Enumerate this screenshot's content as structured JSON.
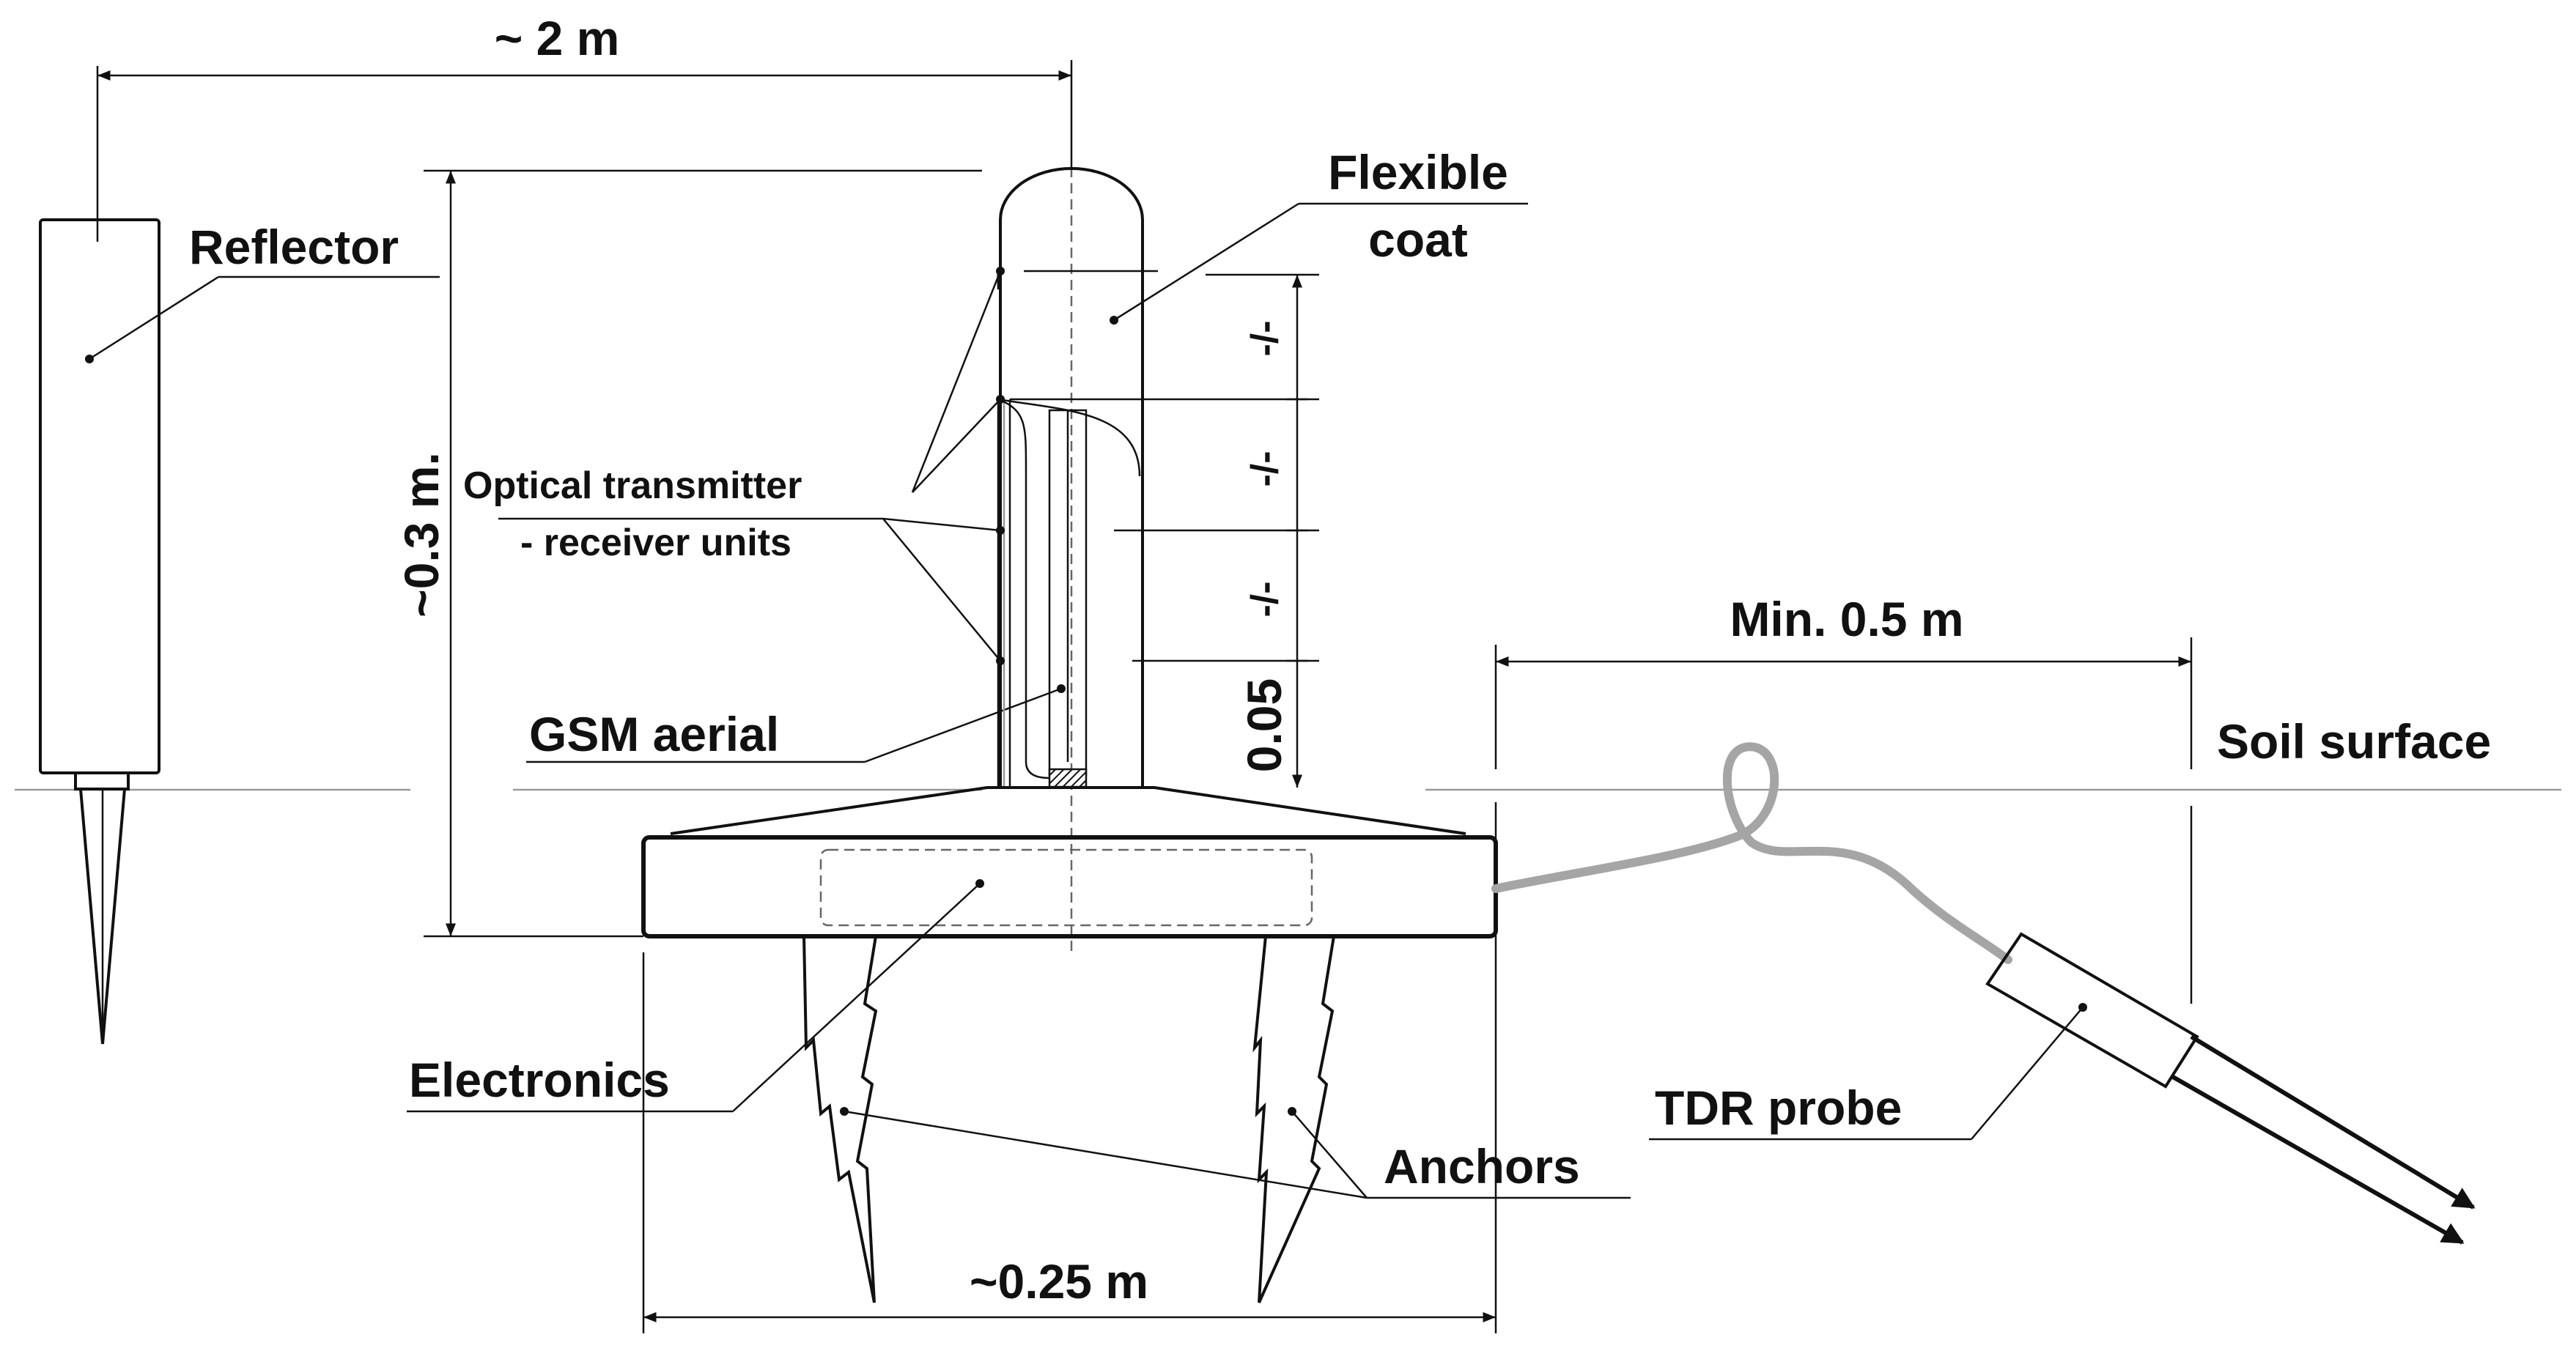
{
  "labels": {
    "dim_top": "~ 2 m",
    "reflector": "Reflector",
    "flexible_coat_1": "Flexible",
    "flexible_coat_2": "coat",
    "height": "~0.3 m.",
    "optical_1": "Optical transmitter",
    "optical_2": "- receiver units",
    "gsm": "GSM aerial",
    "spacing_1": "-/-",
    "spacing_2": "-/-",
    "spacing_3": "-/-",
    "spacing_last": "0.05",
    "min_distance": "Min. 0.5 m",
    "soil_surface": "Soil surface",
    "electronics": "Electronics",
    "anchors": "Anchors",
    "tdr_probe": "TDR probe",
    "base_width": "~0.25 m"
  }
}
